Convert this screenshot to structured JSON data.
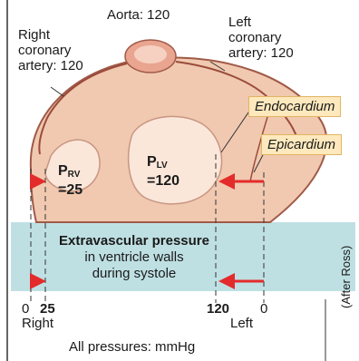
{
  "labels": {
    "aorta": "Aorta: 120",
    "right_coronary": [
      "Right",
      "coronary",
      "artery: 120"
    ],
    "left_coronary": [
      "Left",
      "coronary",
      "artery: 120"
    ],
    "endocardium": "Endocardium",
    "epicardium": "Epicardium",
    "p_rv": {
      "symbol": "P",
      "sub": "RV",
      "value": "=25"
    },
    "p_lv": {
      "symbol": "P",
      "sub": "LV",
      "value": "=120"
    }
  },
  "extravascular_box": {
    "title": "Extravascular pressure",
    "line2": "in ventricle walls",
    "line3": "during systole"
  },
  "scale": {
    "right": {
      "zero": "0",
      "value": "25",
      "label": "Right"
    },
    "left": {
      "value": "120",
      "zero": "0",
      "label": "Left"
    }
  },
  "footer": "All pressures: mmHg",
  "credit": "(After Ross)",
  "colors": {
    "box_fill": "#bfe0e3",
    "arrow": "#e32b2b",
    "callout_fill": "#fde9bd",
    "muscle": "#f0c9b0"
  }
}
